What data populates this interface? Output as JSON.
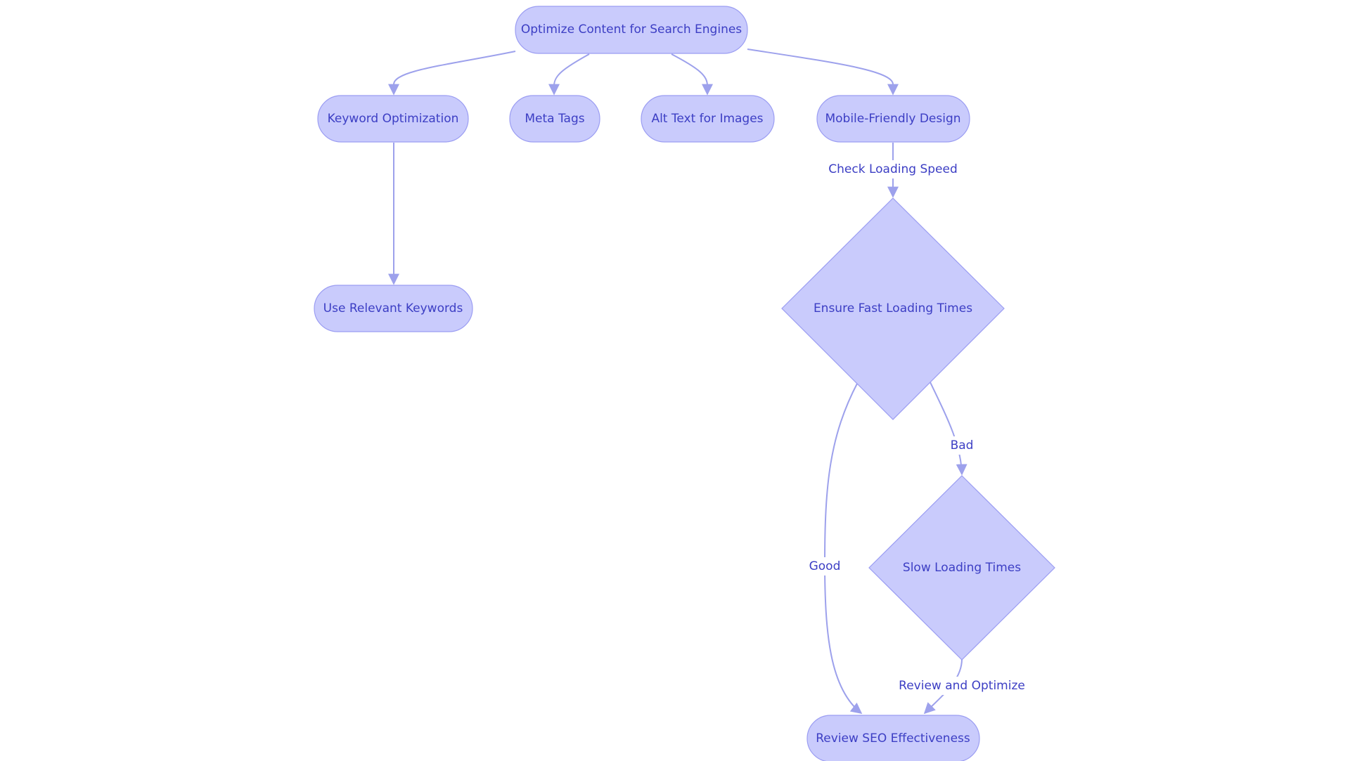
{
  "diagram": {
    "nodes": {
      "root": "Optimize Content for Search Engines",
      "keyword": "Keyword Optimization",
      "meta": "Meta Tags",
      "alt": "Alt Text for Images",
      "mobile": "Mobile-Friendly Design",
      "relevant": "Use Relevant Keywords",
      "fast": "Ensure Fast Loading Times",
      "slow": "Slow Loading Times",
      "review": "Review SEO Effectiveness"
    },
    "edge_labels": {
      "check": "Check Loading Speed",
      "good": "Good",
      "bad": "Bad",
      "optimize": "Review and Optimize"
    },
    "colors": {
      "node_fill": "#c9cbfc",
      "node_stroke": "#9b9df2",
      "edge": "#9da1ec",
      "text": "#3c3ec4"
    }
  }
}
